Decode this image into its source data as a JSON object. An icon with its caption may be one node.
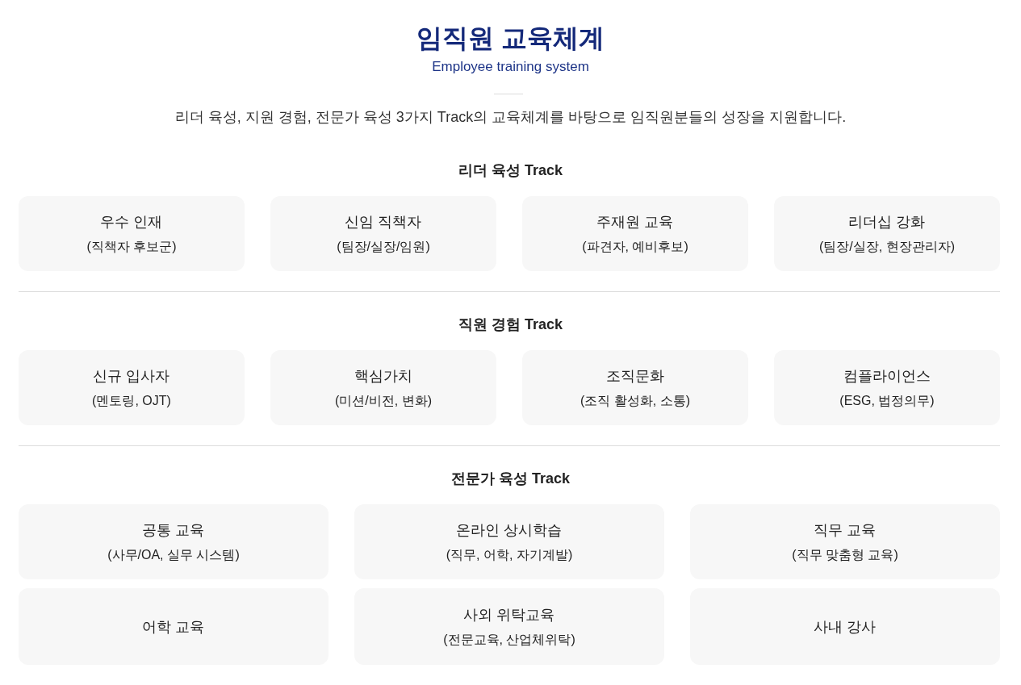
{
  "diagram": {
    "title": "임직원 교육체계",
    "nodes": [
      {
        "text": [
          "우수 인재",
          "(직책자 후보군)"
        ]
      },
      {
        "text": [
          "신임 직책자",
          "(팀장/실장/임원)"
        ]
      },
      {
        "text": [
          "주재원 교육",
          "(파견자, 예비후보)"
        ]
      },
      {
        "text": [
          "리더십 강화",
          "(팀장/실장, 현장관리자)"
        ]
      },
      {
        "text": [
          "신규 입사자",
          "(멘토링, OJT)"
        ]
      },
      {
        "text": [
          "핵심가치",
          "(미션/비전, 변화)"
        ]
      },
      {
        "text": [
          "조직문화",
          "(조직 활성화, 소통)"
        ]
      },
      {
        "text": [
          "컴플라이언스",
          "(ESG, 법정의무)"
        ]
      },
      {
        "text": [
          "공통 교육",
          "(사무/OA, 실무 시스템)"
        ]
      },
      {
        "text": [
          "온라인 상시학습",
          "(직무, 어학, 자기계발)"
        ]
      },
      {
        "text": [
          "직무 교육",
          "(직무 맞춤형 교육)"
        ]
      },
      {
        "text": [
          "어학 교육"
        ]
      },
      {
        "text": [
          "사외 위탁교육",
          "(전문교육, 산업체위탁)"
        ]
      },
      {
        "text": [
          "사내 강사"
        ]
      }
    ],
    "edges": [],
    "labels": [
      "Employee training system",
      "리더 육성, 지원 경험, 전문가 육성 3가지 Track의 교육체계를 바탕으로 임직원분들의 성장을 지원합니다.",
      "리더 육성 Track",
      "직원 경험 Track",
      "전문가 육성 Track"
    ]
  }
}
